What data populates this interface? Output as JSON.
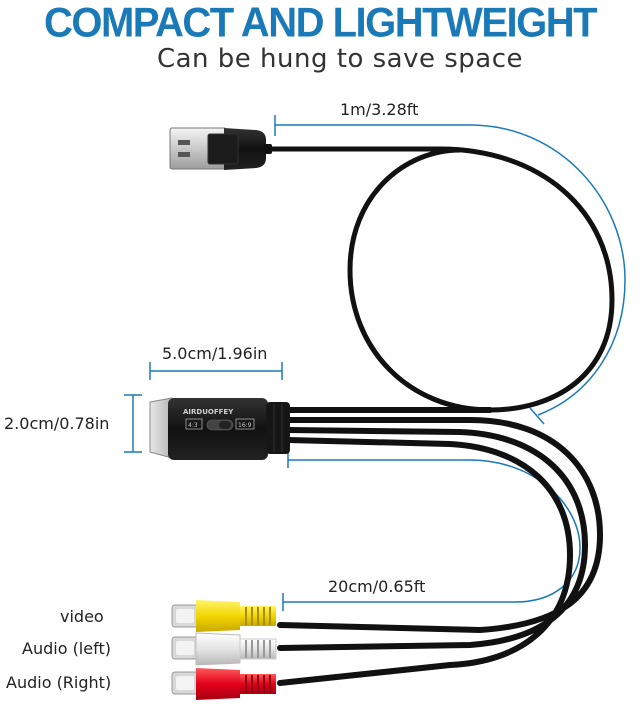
{
  "headline": "COMPACT AND LIGHTWEIGHT",
  "subhead": "Can be hung to save space",
  "dimensions": {
    "cable_length": "1m/3.28ft",
    "adapter_length": "5.0cm/1.96in",
    "adapter_height": "2.0cm/0.78in",
    "rca_length": "20cm/0.65ft"
  },
  "adapter_brand": "AIRDUOFFEY",
  "switch_labels": {
    "left": "4:3",
    "right": "16:9"
  },
  "connectors": {
    "video": "video",
    "audio_left": "Audio (left)",
    "audio_right": "Audio (Right)"
  },
  "colors": {
    "accent": "#1a7ab8",
    "cable": "#111111",
    "rca_yellow": "#f2d600",
    "rca_white": "#e8e8e8",
    "rca_red": "#e3001b"
  }
}
